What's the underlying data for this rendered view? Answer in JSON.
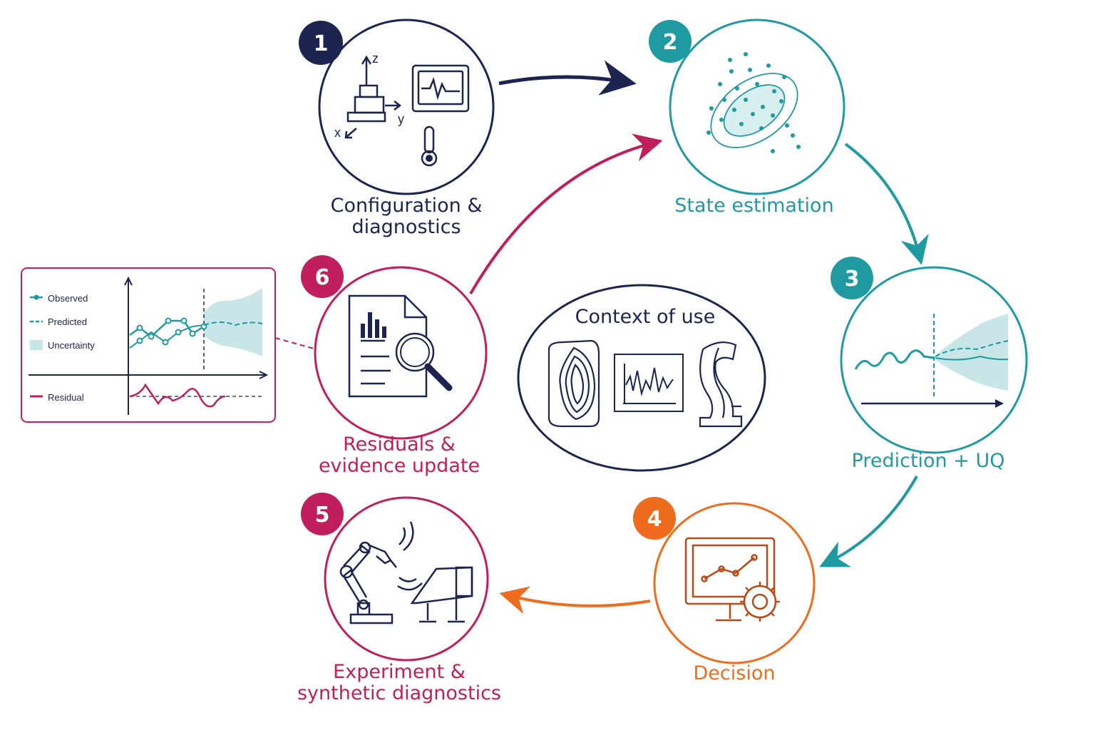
{
  "colors": {
    "navy": "#1b2550",
    "teal": "#1e9aa0",
    "crimson": "#c01e5c",
    "orange": "#ef6c1e",
    "teal_light": "#c8e6e8"
  },
  "steps": [
    {
      "number": "1",
      "label_lines": [
        "Configuration &",
        "diagnostics"
      ],
      "color": "navy",
      "icon": "instrument-config-icon"
    },
    {
      "number": "2",
      "label_lines": [
        "State estimation"
      ],
      "color": "teal",
      "icon": "scatter-ellipse-icon"
    },
    {
      "number": "3",
      "label_lines": [
        "Prediction + UQ"
      ],
      "color": "teal",
      "icon": "forecast-uncertainty-icon"
    },
    {
      "number": "4",
      "label_lines": [
        "Decision"
      ],
      "color": "orange",
      "icon": "monitor-gear-icon"
    },
    {
      "number": "5",
      "label_lines": [
        "Experiment &",
        "synthetic diagnostics"
      ],
      "color": "crimson",
      "icon": "robot-arm-icon"
    },
    {
      "number": "6",
      "label_lines": [
        "Residuals &",
        "evidence update"
      ],
      "color": "crimson",
      "icon": "document-magnifier-icon"
    }
  ],
  "center": {
    "title": "Context of use",
    "icons": [
      "tokamak-cross-section-icon",
      "signal-plot-icon",
      "component-part-icon"
    ]
  },
  "residual_panel": {
    "axis_labels": {
      "x": "x",
      "y": "y",
      "z": "z"
    },
    "legend": [
      {
        "label": "Observed",
        "style": "marker-line",
        "color": "teal"
      },
      {
        "label": "Predicted",
        "style": "dashed",
        "color": "teal"
      },
      {
        "label": "Uncertainty",
        "style": "band",
        "color": "teal_light"
      },
      {
        "label": "Residual",
        "style": "solid",
        "color": "crimson"
      }
    ]
  }
}
